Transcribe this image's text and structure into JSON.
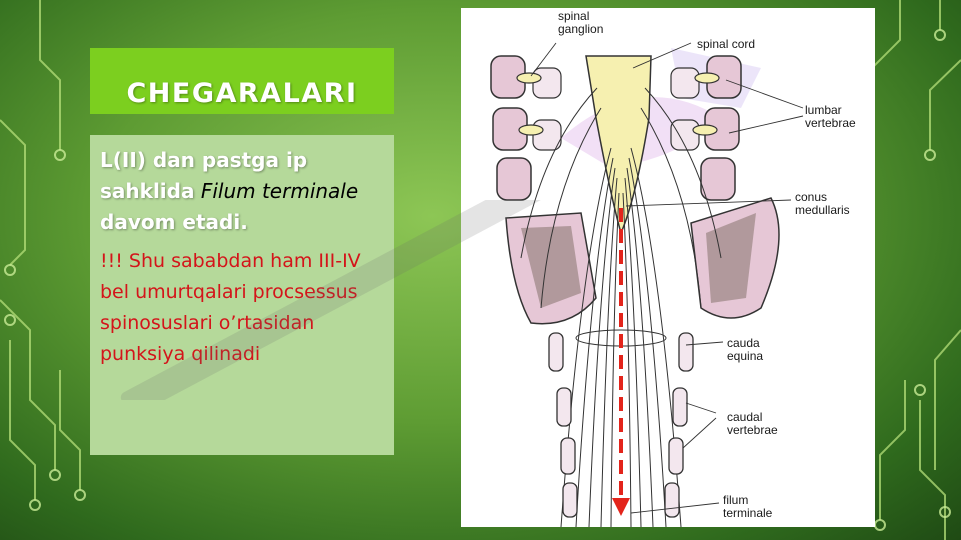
{
  "slide": {
    "title": "CHEGARALARI",
    "paragraph1": {
      "part_a": "L(II) dan pastga ip sahklida",
      "part_b": "Filum terminale",
      "part_c": "davom etadi",
      "part_d": "."
    },
    "paragraph2": "!!! Shu sababdan ham III-IV bel umurtqalari procsessus spinosuslari o’rtasidan punksiya qilinadi"
  },
  "figure": {
    "labels": {
      "spinal_ganglion": [
        "spinal",
        "ganglion"
      ],
      "spinal_cord": [
        "spinal cord"
      ],
      "lumbar_vertebrae": [
        "lumbar",
        "vertebrae"
      ],
      "conus_medullaris": [
        "conus",
        "medullaris"
      ],
      "cauda_equina": [
        "cauda",
        "equina"
      ],
      "caudal_vertebrae": [
        "caudal",
        "vertebrae"
      ],
      "filum_terminale": [
        "filum",
        "terminale"
      ]
    },
    "arrow_color": "#e3241b"
  },
  "colors": {
    "title_bg": "#7ccf1f",
    "text_box_bg": "#b5d99a",
    "warning_text": "#d4141a",
    "cord_fill": "#f6f0b0",
    "vertebra_fill": "#e6c7d6"
  }
}
